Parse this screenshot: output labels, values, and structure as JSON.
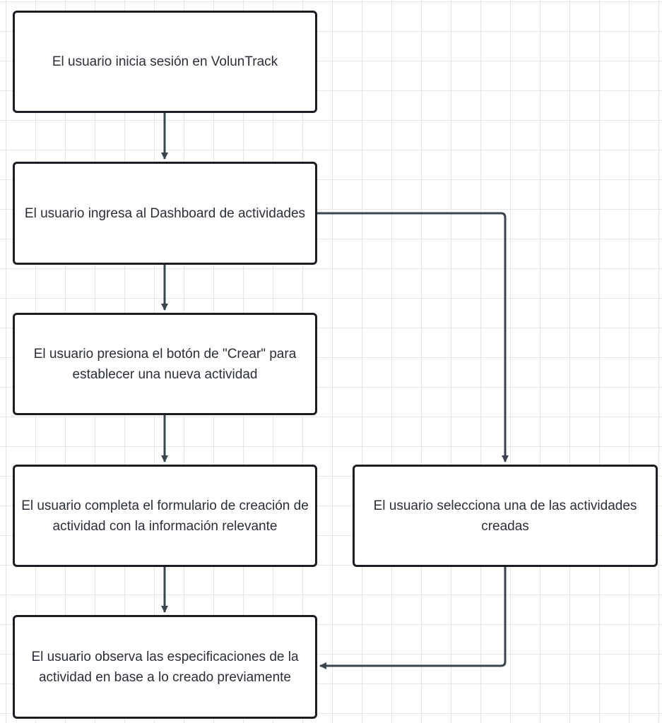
{
  "colors": {
    "background": "#ffffff",
    "grid": "#e6e6e6",
    "node_border": "#1b1d22",
    "text": "#2b2f38",
    "connector": "#3b4350"
  },
  "nodes": [
    {
      "id": "node-1",
      "label": "El usuario inicia sesión en VolunTrack"
    },
    {
      "id": "node-2",
      "label": "El usuario ingresa al Dashboard de actividades"
    },
    {
      "id": "node-3",
      "label": "El usuario presiona el botón de \"Crear\" para establecer una nueva actividad"
    },
    {
      "id": "node-4",
      "label": "El usuario completa el formulario de creación de actividad con la información relevante"
    },
    {
      "id": "node-5",
      "label": "El usuario selecciona una de las actividades creadas"
    },
    {
      "id": "node-6",
      "label": "El usuario observa las especificaciones de la actividad en base a lo creado previamente"
    }
  ],
  "edges": [
    {
      "from": "node-1",
      "to": "node-2"
    },
    {
      "from": "node-2",
      "to": "node-3"
    },
    {
      "from": "node-3",
      "to": "node-4"
    },
    {
      "from": "node-4",
      "to": "node-6"
    },
    {
      "from": "node-2",
      "to": "node-5"
    },
    {
      "from": "node-5",
      "to": "node-6"
    }
  ]
}
